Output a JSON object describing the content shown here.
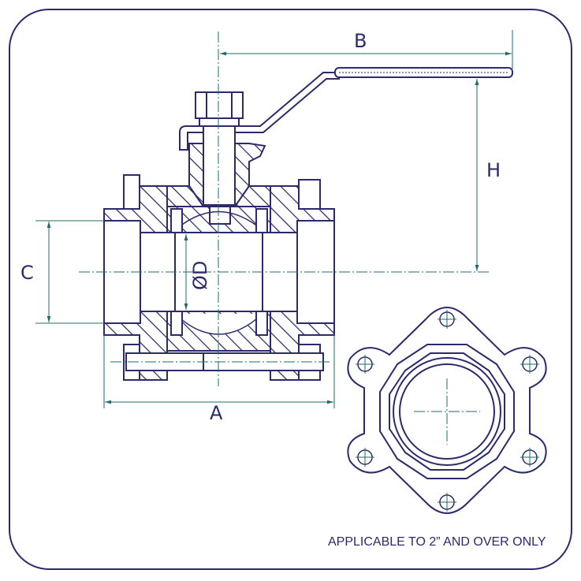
{
  "diagram": {
    "dimension_labels": {
      "A": "A",
      "B": "B",
      "C": "C",
      "D": "ØD",
      "H": "H"
    },
    "note": "APPLICABLE TO 2” AND OVER ONLY"
  },
  "colors": {
    "line": "#2b2a6b",
    "dimension": "#1f6b6b"
  }
}
